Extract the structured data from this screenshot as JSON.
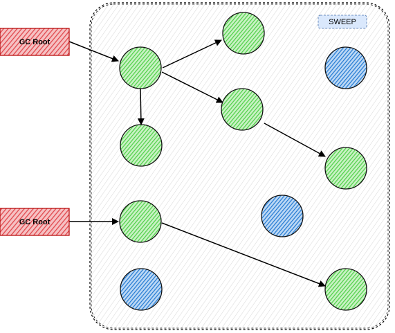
{
  "gc_roots": [
    {
      "label": "GC Root"
    },
    {
      "label": "GC Root"
    }
  ],
  "phase": {
    "label": "SWEEP"
  },
  "objects": [
    {
      "id": "a",
      "state": "reachable"
    },
    {
      "id": "b",
      "state": "reachable"
    },
    {
      "id": "c",
      "state": "reachable"
    },
    {
      "id": "d",
      "state": "reachable"
    },
    {
      "id": "e",
      "state": "reachable"
    },
    {
      "id": "f",
      "state": "reachable"
    },
    {
      "id": "g",
      "state": "reachable"
    },
    {
      "id": "h",
      "state": "unreachable"
    },
    {
      "id": "i",
      "state": "unreachable"
    },
    {
      "id": "j",
      "state": "unreachable"
    }
  ],
  "references": [
    {
      "from": "root1",
      "to": "a"
    },
    {
      "from": "a",
      "to": "b"
    },
    {
      "from": "a",
      "to": "c"
    },
    {
      "from": "a",
      "to": "d"
    },
    {
      "from": "d",
      "to": "e"
    },
    {
      "from": "root2",
      "to": "f"
    },
    {
      "from": "f",
      "to": "g"
    }
  ],
  "colors": {
    "reachable_fill": "#4ccf45",
    "reachable_stroke": "#111111",
    "unreachable_fill": "#1f78d1",
    "root_fill": "#e0474c",
    "root_stroke": "#b30000",
    "heap_stroke": "#000000",
    "phase_stroke": "#6c8ebf",
    "phase_fill": "#dae8fc"
  }
}
